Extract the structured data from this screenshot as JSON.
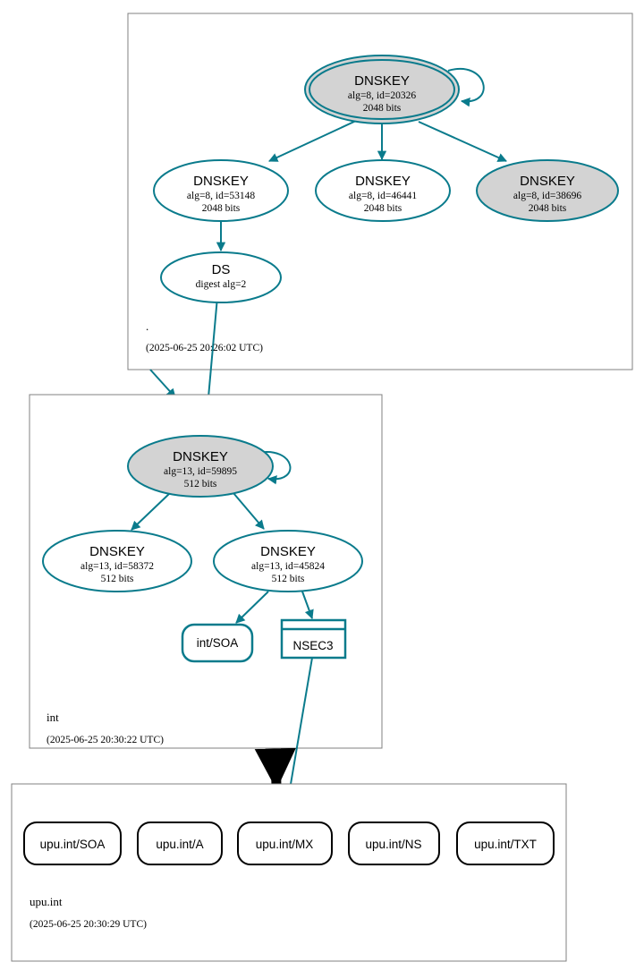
{
  "diagram": {
    "kind": "dnssec-authentication-chain",
    "colors": {
      "edge_teal": "#0a7b8c",
      "node_stroke": "#0a7b8c",
      "secure_fill": "#d3d3d3",
      "plain_fill": "#ffffff",
      "zone_border": "#808080",
      "delegation_arrow": "#000000"
    }
  },
  "zones": [
    {
      "id": "root",
      "name": ".",
      "timestamp": "(2025-06-25 20:26:02 UTC)",
      "nodes": [
        {
          "id": "root-ksk",
          "type": "DNSKEY",
          "title": "DNSKEY",
          "params": "alg=8, id=20326",
          "size": "2048 bits",
          "fill": "gray",
          "double_border": true,
          "self_signed": true
        },
        {
          "id": "root-zsk-53148",
          "type": "DNSKEY",
          "title": "DNSKEY",
          "params": "alg=8, id=53148",
          "size": "2048 bits",
          "fill": "white",
          "double_border": false,
          "self_signed": false
        },
        {
          "id": "root-zsk-46441",
          "type": "DNSKEY",
          "title": "DNSKEY",
          "params": "alg=8, id=46441",
          "size": "2048 bits",
          "fill": "white",
          "double_border": false,
          "self_signed": false
        },
        {
          "id": "root-zsk-38696",
          "type": "DNSKEY",
          "title": "DNSKEY",
          "params": "alg=8, id=38696",
          "size": "2048 bits",
          "fill": "gray",
          "double_border": false,
          "self_signed": false
        },
        {
          "id": "root-ds",
          "type": "DS",
          "title": "DS",
          "params": "digest alg=2",
          "size": "",
          "fill": "white",
          "double_border": false,
          "self_signed": false
        }
      ]
    },
    {
      "id": "int",
      "name": "int",
      "timestamp": "(2025-06-25 20:30:22 UTC)",
      "nodes": [
        {
          "id": "int-ksk",
          "type": "DNSKEY",
          "title": "DNSKEY",
          "params": "alg=13, id=59895",
          "size": "512 bits",
          "fill": "gray",
          "double_border": false,
          "self_signed": true
        },
        {
          "id": "int-zsk-58372",
          "type": "DNSKEY",
          "title": "DNSKEY",
          "params": "alg=13, id=58372",
          "size": "512 bits",
          "fill": "white",
          "double_border": false,
          "self_signed": false
        },
        {
          "id": "int-zsk-45824",
          "type": "DNSKEY",
          "title": "DNSKEY",
          "params": "alg=13, id=45824",
          "size": "512 bits",
          "fill": "white",
          "double_border": false,
          "self_signed": false
        }
      ],
      "records": [
        {
          "id": "int-soa",
          "label": "int/SOA",
          "shape": "rounded-rect",
          "style": "teal"
        },
        {
          "id": "int-nsec3",
          "label": "NSEC3",
          "shape": "rect-header",
          "style": "teal"
        }
      ]
    },
    {
      "id": "upu-int",
      "name": "upu.int",
      "timestamp": "(2025-06-25 20:30:29 UTC)",
      "records": [
        {
          "id": "upu-soa",
          "label": "upu.int/SOA",
          "shape": "rounded-rect",
          "style": "black"
        },
        {
          "id": "upu-a",
          "label": "upu.int/A",
          "shape": "rounded-rect",
          "style": "black"
        },
        {
          "id": "upu-mx",
          "label": "upu.int/MX",
          "shape": "rounded-rect",
          "style": "black"
        },
        {
          "id": "upu-ns",
          "label": "upu.int/NS",
          "shape": "rounded-rect",
          "style": "black"
        },
        {
          "id": "upu-txt",
          "label": "upu.int/TXT",
          "shape": "rounded-rect",
          "style": "black"
        }
      ]
    }
  ]
}
